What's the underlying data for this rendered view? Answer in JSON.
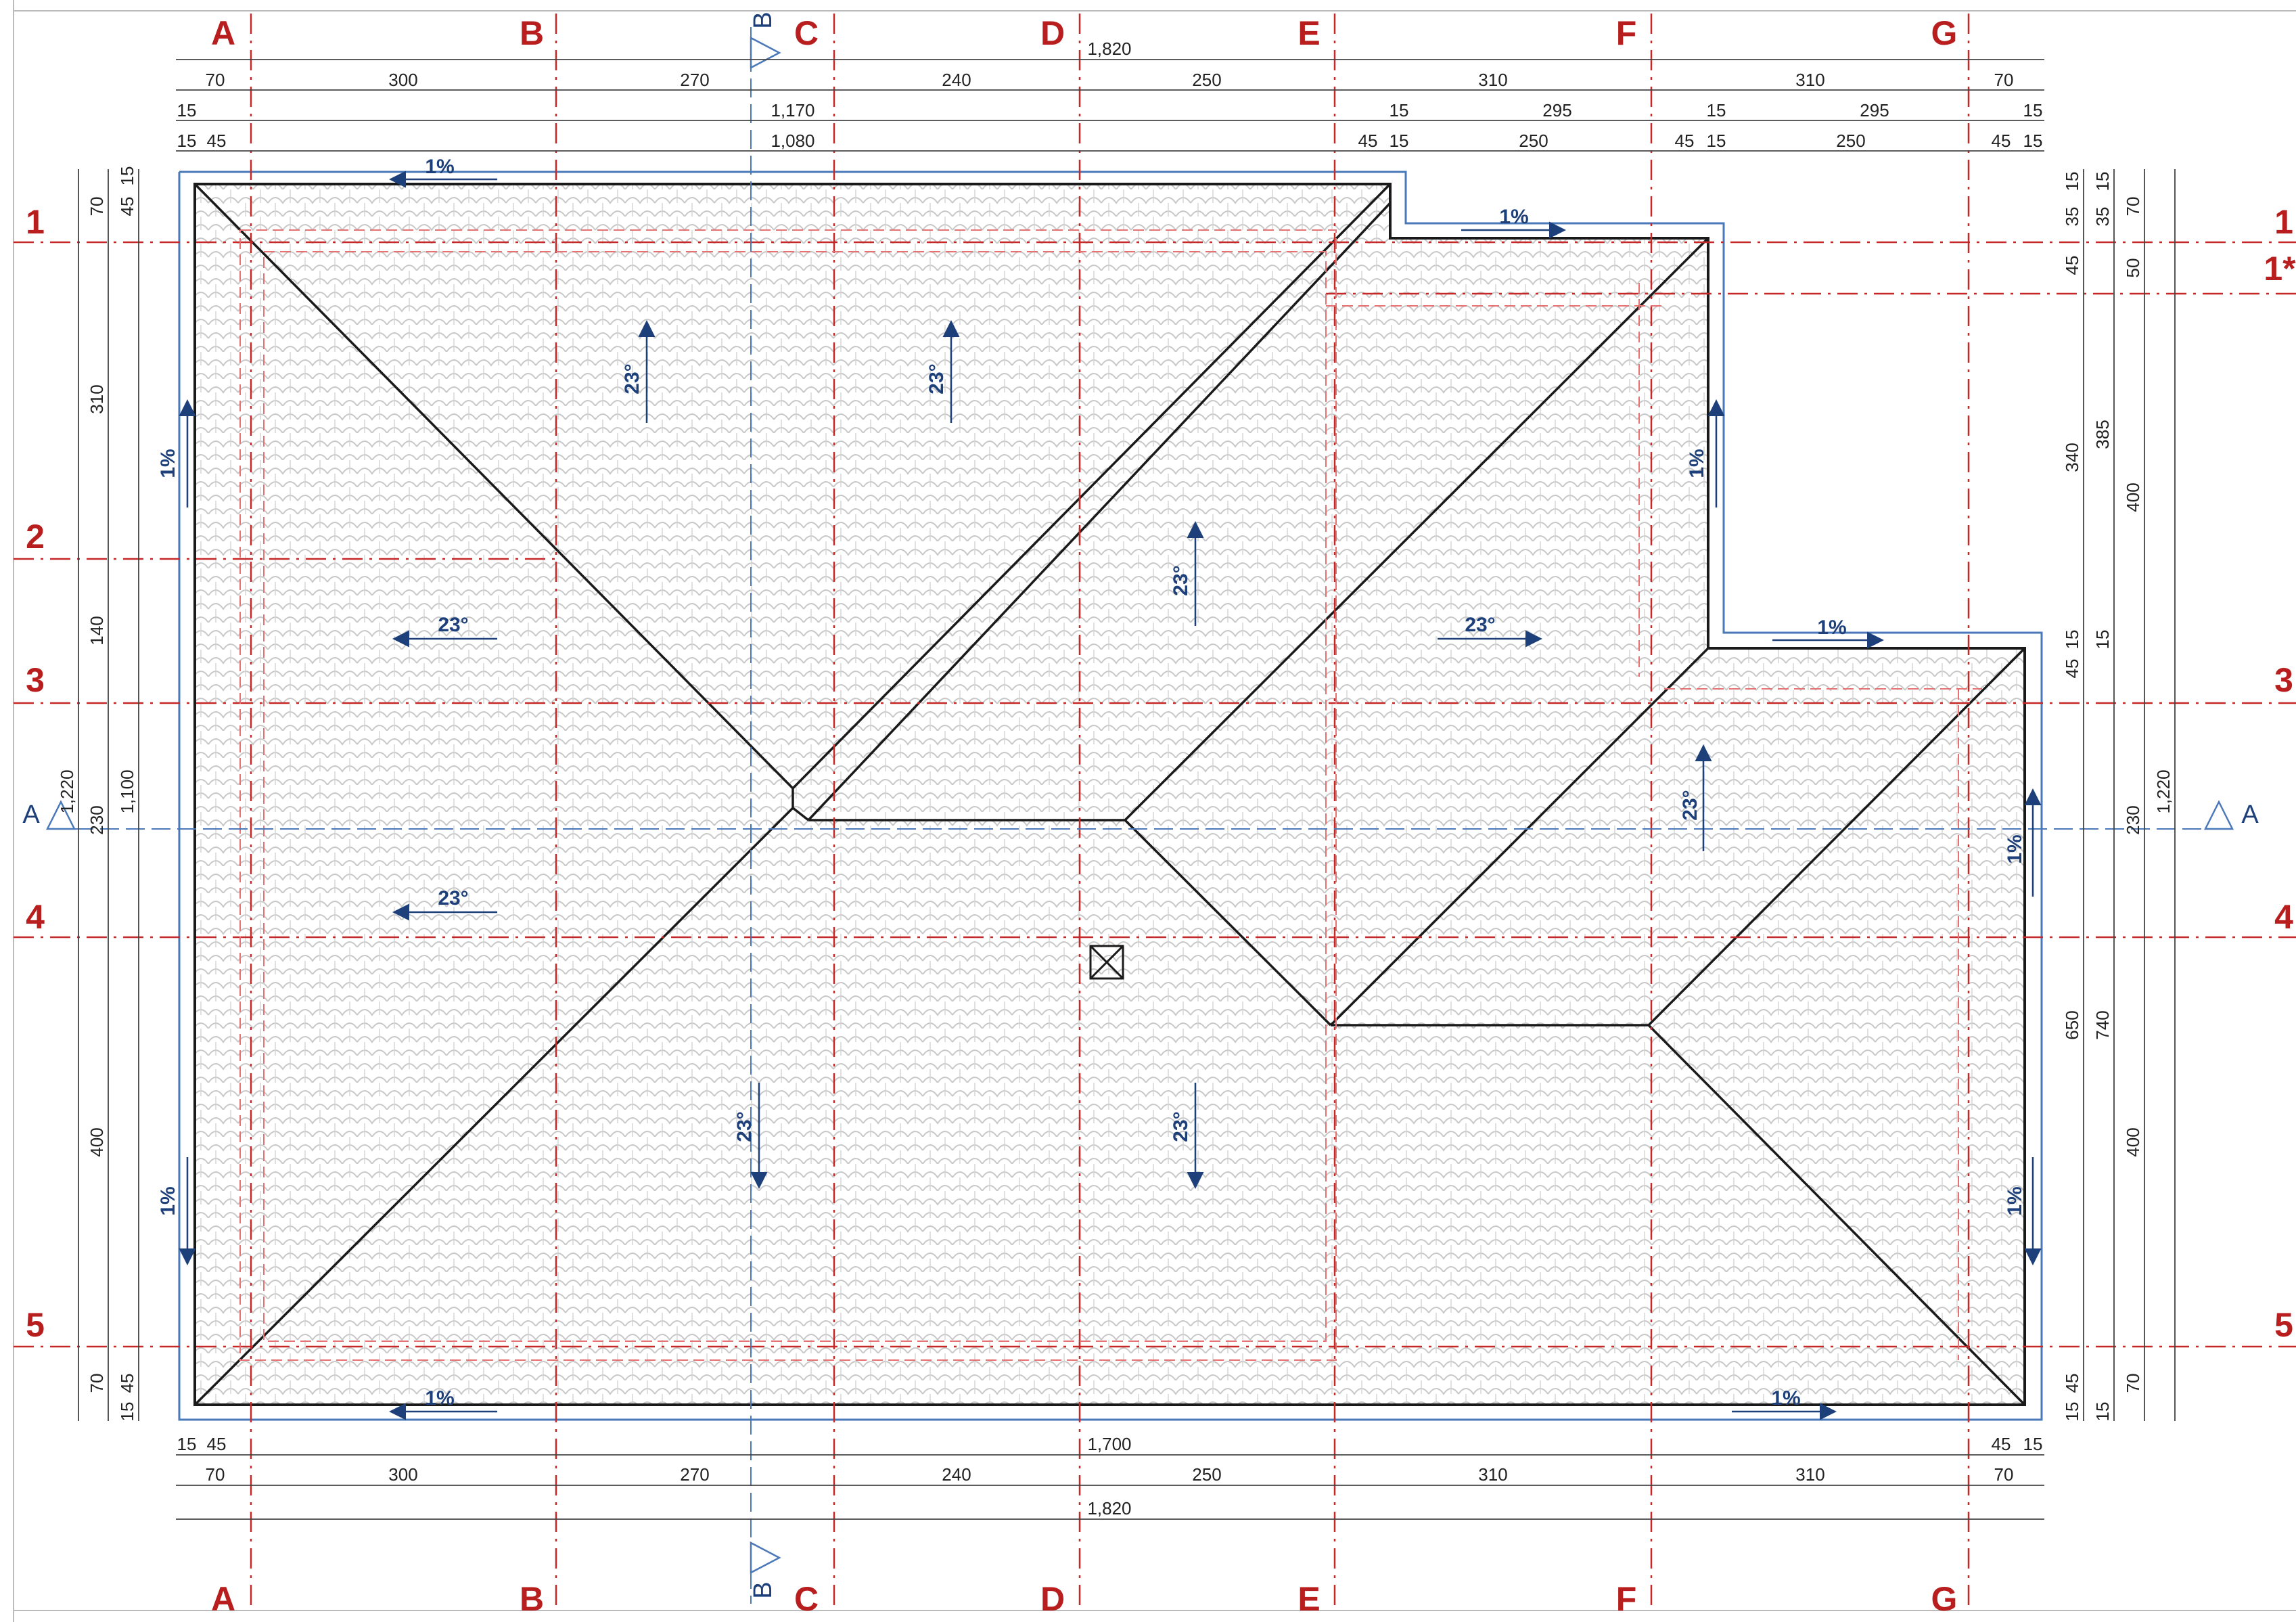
{
  "grid": {
    "columns": [
      "A",
      "B",
      "C",
      "D",
      "E",
      "F",
      "G"
    ],
    "rows": [
      "1",
      "1*",
      "2",
      "3",
      "4",
      "5"
    ],
    "line_color": "#c62828"
  },
  "section_markers": {
    "a_label": "A",
    "b_label": "B"
  },
  "dimensions": {
    "top_overall": "1,820",
    "top_spans": [
      "70",
      "300",
      "270",
      "240",
      "250",
      "310",
      "310",
      "70"
    ],
    "top_row2_left": "15",
    "top_row2_mid": "1,170",
    "top_row2_items": [
      "15",
      "295",
      "15",
      "295",
      "15"
    ],
    "top_row3_left": [
      "15",
      "45"
    ],
    "top_row3_mid": "1,080",
    "top_row3_items": [
      "45",
      "15",
      "250",
      "45",
      "15",
      "250",
      "45",
      "15"
    ],
    "bottom_row1_left": [
      "15",
      "45"
    ],
    "bottom_row1_mid": "1,700",
    "bottom_row1_right": [
      "45",
      "15"
    ],
    "bottom_spans": [
      "70",
      "300",
      "270",
      "240",
      "250",
      "310",
      "310",
      "70"
    ],
    "bottom_overall": "1,820",
    "left_outer": "1,220",
    "left_mid": "1,100",
    "left_top": [
      "70",
      "45",
      "15"
    ],
    "left_spans": [
      "310",
      "140",
      "230",
      "400"
    ],
    "left_bottom": [
      "70",
      "45",
      "15"
    ],
    "right_top": [
      "15",
      "35",
      "15",
      "35",
      "70"
    ],
    "right_a": [
      "45",
      "340",
      "230",
      "650"
    ],
    "right_b": [
      "50",
      "385",
      "740"
    ],
    "right_c": [
      "400",
      "1,220",
      "400"
    ],
    "right_mid": [
      "45",
      "15",
      "15"
    ],
    "right_bottom": [
      "15",
      "45",
      "15",
      "70"
    ]
  },
  "slopes": {
    "gutter": "1%",
    "roof": "23°"
  },
  "colors": {
    "roof_outline": "#1a1a1a",
    "tiles": "#c8c8c8",
    "gutter_line": "#4a78b8",
    "slope_text": "#1d3f7a",
    "grid_red": "#c62828"
  }
}
